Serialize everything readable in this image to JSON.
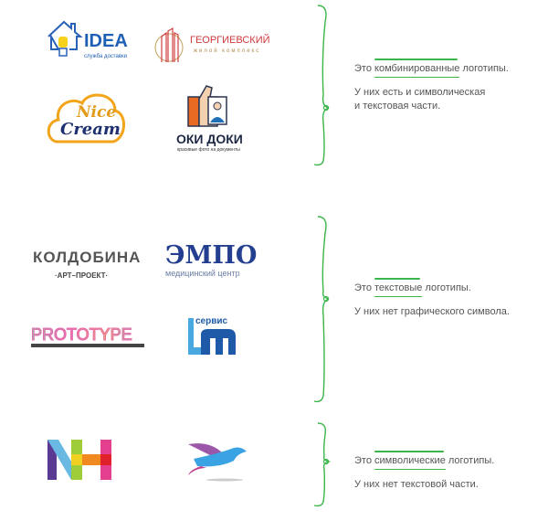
{
  "accent_color": "#3bb54a",
  "sections": [
    {
      "intro": "Это",
      "highlight": "комбинированные",
      "rest": "логотипы.",
      "line2": "У них есть и символическая",
      "line3": "и текстовая части."
    },
    {
      "intro": "Это",
      "highlight": "текстовые",
      "rest": "логотипы.",
      "line2": "У них нет графического символа."
    },
    {
      "intro": "Это",
      "highlight": "символические",
      "rest": "логотипы.",
      "line2": "У них нет текстовой части."
    }
  ],
  "logos": {
    "idea": {
      "name": "IDEA",
      "tagline": "служба доставки"
    },
    "georgievsky": {
      "name": "ГЕОРГИЕВСКИЙ",
      "tagline": "жилой комплекс"
    },
    "nicecream": {
      "line1": "Nice",
      "line2": "Cream"
    },
    "okidoki": {
      "name": "ОКИ ДОКИ",
      "tagline": "красивые фото на документы"
    },
    "koldobina": {
      "name": "КОЛДОБИНА",
      "tagline": "·АРТ–ПРОЕКТ·"
    },
    "empo": {
      "name": "ЭМПО",
      "tagline": "медицинский центр"
    },
    "prototype": {
      "name": "PROTOTYPE"
    },
    "lm": {
      "name": "сервис"
    }
  }
}
